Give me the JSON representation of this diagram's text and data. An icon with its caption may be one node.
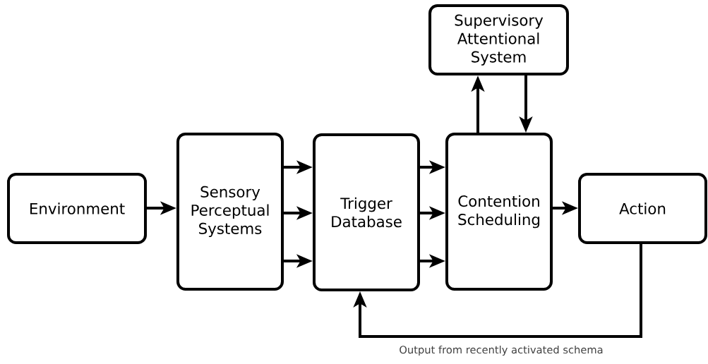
{
  "diagram": {
    "nodes": [
      {
        "text": [
          "Environment"
        ]
      },
      {
        "text": [
          "Sensory Perceptual Systems"
        ]
      },
      {
        "text": [
          "Trigger Database"
        ]
      },
      {
        "text": [
          "Supervisory Attentional System"
        ]
      },
      {
        "text": [
          "Contention Scheduling"
        ]
      },
      {
        "text": [
          "Action"
        ]
      }
    ],
    "edges": [
      {
        "from": 0,
        "to": 1,
        "arrow": "to"
      },
      {
        "from": 1,
        "to": 2,
        "arrow": "to"
      },
      {
        "from": 1,
        "to": 2,
        "arrow": "to"
      },
      {
        "from": 1,
        "to": 2,
        "arrow": "to"
      },
      {
        "from": 2,
        "to": 4,
        "arrow": "to"
      },
      {
        "from": 2,
        "to": 4,
        "arrow": "to"
      },
      {
        "from": 2,
        "to": 4,
        "arrow": "to"
      },
      {
        "from": 4,
        "to": 3,
        "arrow": "to"
      },
      {
        "from": 3,
        "to": 4,
        "arrow": "to"
      },
      {
        "from": 4,
        "to": 5,
        "arrow": "to"
      },
      {
        "from": 5,
        "to": 2,
        "arrow": "to",
        "label": "Output from recently activated schema"
      }
    ]
  }
}
